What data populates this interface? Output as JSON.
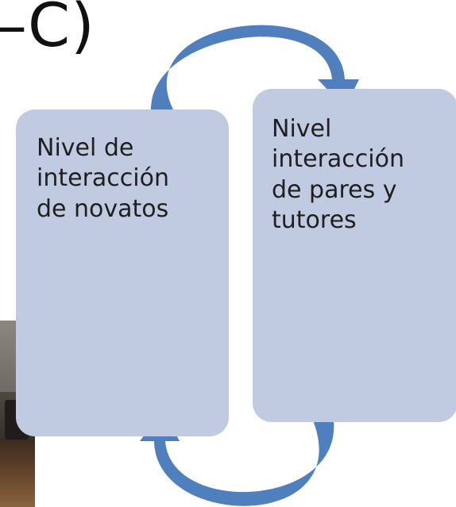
{
  "header": {
    "title_fragment": "–C)"
  },
  "cycle": {
    "nodes": [
      {
        "label": "Nivel de\ninteracción\nde novatos"
      },
      {
        "label": "Nivel\ninteracción\nde pares y\ntutores"
      }
    ],
    "colors": {
      "box_fill": "#c0cbe2",
      "arrow_fill": "#4f7fbd",
      "text": "#1f1f1f"
    }
  },
  "icons": {
    "top_arrow": "curved-arrow-clockwise-right",
    "bottom_arrow": "curved-arrow-clockwise-left"
  }
}
